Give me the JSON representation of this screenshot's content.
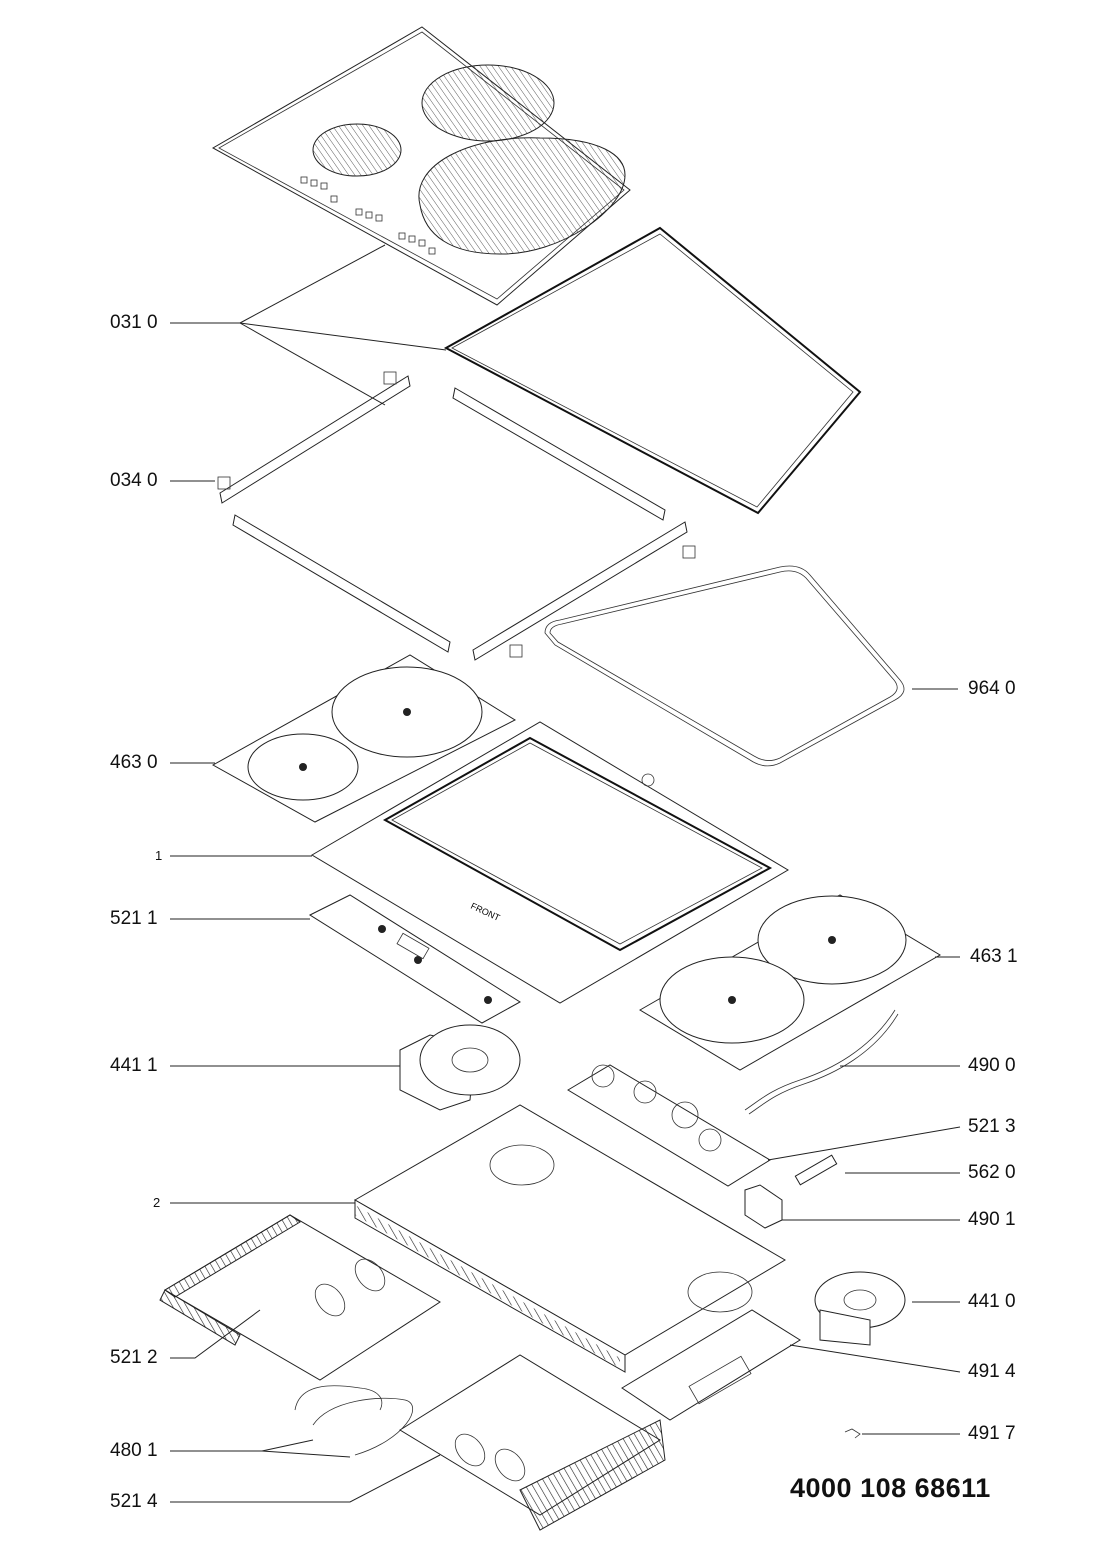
{
  "diagram": {
    "type": "exploded-parts-view",
    "subject": "induction cooktop",
    "document_number": "4000 108 68611",
    "callouts_left": [
      {
        "id": "031",
        "label": "031 0",
        "part": "ceramic glass top"
      },
      {
        "id": "034",
        "label": "034 0",
        "part": "fixing brackets / side frames"
      },
      {
        "id": "463a",
        "label": "463 0",
        "part": "induction coil plate (left)"
      },
      {
        "id": "1",
        "label": "1",
        "part": "support frame"
      },
      {
        "id": "5211",
        "label": "521 1",
        "part": "control board"
      },
      {
        "id": "4411",
        "label": "441 1",
        "part": "cooling fan"
      },
      {
        "id": "2",
        "label": "2",
        "part": "bottom housing"
      },
      {
        "id": "5212",
        "label": "521 2",
        "part": "power board with heatsink"
      },
      {
        "id": "4801",
        "label": "480 1",
        "part": "wiring harness"
      },
      {
        "id": "5214",
        "label": "521 4",
        "part": "power board with heatsink"
      }
    ],
    "callouts_right": [
      {
        "id": "964",
        "label": "964 0",
        "part": "gasket"
      },
      {
        "id": "4631",
        "label": "463 1",
        "part": "induction coil plate (right)"
      },
      {
        "id": "4900",
        "label": "490 0",
        "part": "power cable"
      },
      {
        "id": "5213",
        "label": "521 3",
        "part": "filter board"
      },
      {
        "id": "5620",
        "label": "562 0",
        "part": "fuse"
      },
      {
        "id": "4901",
        "label": "490 1",
        "part": "cable clamp"
      },
      {
        "id": "4410",
        "label": "441 0",
        "part": "cooling fan"
      },
      {
        "id": "4914",
        "label": "491 4",
        "part": "cover plate"
      },
      {
        "id": "4917",
        "label": "491 7",
        "part": "clip"
      }
    ],
    "annotations": {
      "front_marking": "FRONT"
    }
  }
}
